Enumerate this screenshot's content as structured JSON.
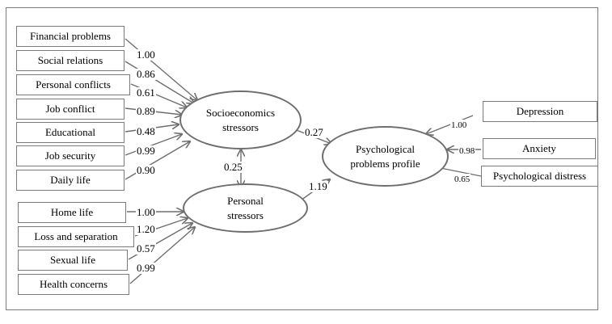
{
  "left_indicators_socio": [
    {
      "label": "Financial problems",
      "coef": "1.00"
    },
    {
      "label": "Social relations",
      "coef": "0.86"
    },
    {
      "label": "Personal conflicts",
      "coef": "0.61"
    },
    {
      "label": "Job conflict",
      "coef": "0.89"
    },
    {
      "label": "Educational",
      "coef": "0.48"
    },
    {
      "label": "Job security",
      "coef": "0.99"
    },
    {
      "label": "Daily life",
      "coef": "0.90"
    }
  ],
  "left_indicators_personal": [
    {
      "label": "Home life",
      "coef": "1.00"
    },
    {
      "label": "Loss and separation",
      "coef": "1.20"
    },
    {
      "label": "Sexual life",
      "coef": "0.57"
    },
    {
      "label": "Health concerns",
      "coef": "0.99"
    }
  ],
  "latent": {
    "socio": [
      "Socioeconomics",
      "stressors"
    ],
    "personal": [
      "Personal",
      "stressors"
    ],
    "psych": [
      "Psychological",
      "problems profile"
    ]
  },
  "paths": {
    "covariance": "0.25",
    "socio_to_psych": "0.27",
    "personal_to_psych": "1.19"
  },
  "right_indicators": [
    {
      "label": "Depression",
      "coef": "1.00"
    },
    {
      "label": "Anxiety",
      "coef": "0.98"
    },
    {
      "label": "Psychological distress",
      "coef": "0.65"
    }
  ]
}
